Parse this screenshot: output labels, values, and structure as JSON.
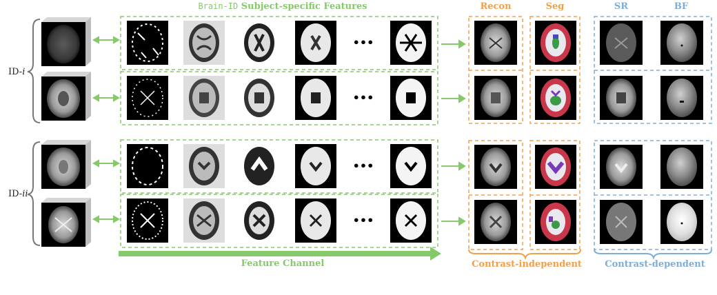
{
  "title": {
    "prefix": "Brain-ID",
    "main": "Subject-specific Features"
  },
  "ids": [
    "ID-i",
    "ID-ii"
  ],
  "id_letters": [
    "ID-",
    "ID-"
  ],
  "id_ital": [
    "i",
    "ii"
  ],
  "heads": {
    "recon": "Recon",
    "seg": "Seg",
    "sr": "SR",
    "bf": "BF"
  },
  "footer": {
    "channel": "Feature Channel",
    "indep": "Contrast-independent",
    "dep": "Contrast-dependent"
  },
  "ellipsis": "•••",
  "colors": {
    "green": "#86c96b",
    "orange": "#f0a04b",
    "blue": "#7fadd6"
  }
}
